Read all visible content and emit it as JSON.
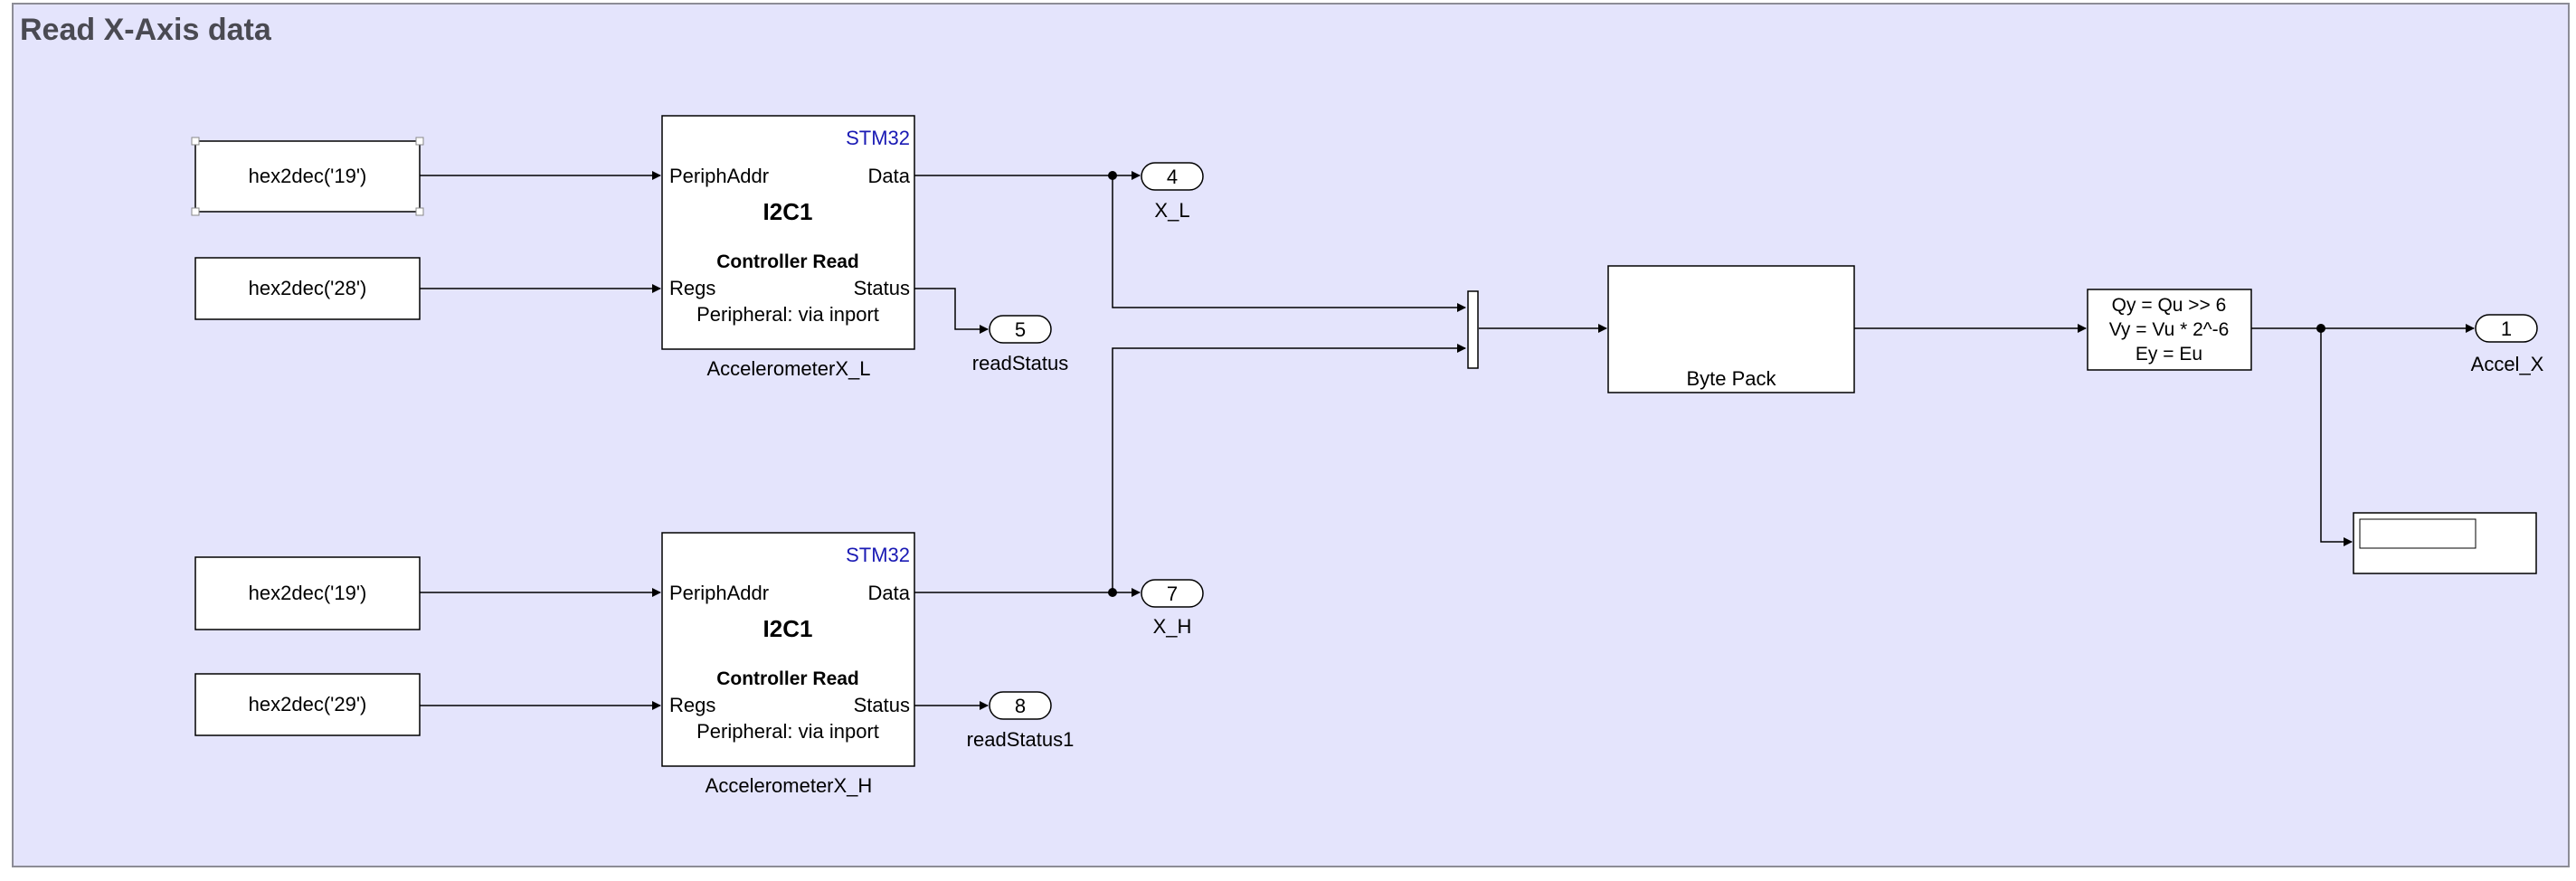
{
  "area": {
    "title": "Read X-Axis data",
    "background": "#e4e4fc",
    "border": "#8c8c96"
  },
  "colors": {
    "line": "#000000",
    "block_fill": "#ffffff",
    "brand_text": "#1a1ab4",
    "title_text": "#4a4a52"
  },
  "constants": {
    "c1": "hex2dec('19')",
    "c2": "hex2dec('28')",
    "c3": "hex2dec('19')",
    "c4": "hex2dec('29')"
  },
  "i2c_blocks": {
    "top": {
      "brand": "STM32",
      "port_in_1": "PeriphAddr",
      "port_in_2": "Regs",
      "port_out_1": "Data",
      "port_out_2": "Status",
      "title": "I2C1",
      "mode": "Controller Read",
      "peripheral": "Peripheral: via inport",
      "name": "AccelerometerX_L"
    },
    "bottom": {
      "brand": "STM32",
      "port_in_1": "PeriphAddr",
      "port_in_2": "Regs",
      "port_out_1": "Data",
      "port_out_2": "Status",
      "title": "I2C1",
      "mode": "Controller Read",
      "peripheral": "Peripheral: via inport",
      "name": "AccelerometerX_H"
    }
  },
  "outports": {
    "x_l": {
      "number": "4",
      "label": "X_L"
    },
    "read_status": {
      "number": "5",
      "label": "readStatus"
    },
    "x_h": {
      "number": "7",
      "label": "X_H"
    },
    "read_status1": {
      "number": "8",
      "label": "readStatus1"
    },
    "accel_x": {
      "number": "1",
      "label": "Accel_X"
    }
  },
  "byte_pack": {
    "label": "Byte Pack"
  },
  "convert": {
    "line1": "Qy = Qu >> 6",
    "line2": "Vy = Vu * 2^-6",
    "line3": "Ey = Eu"
  },
  "display": {
    "value": ""
  }
}
